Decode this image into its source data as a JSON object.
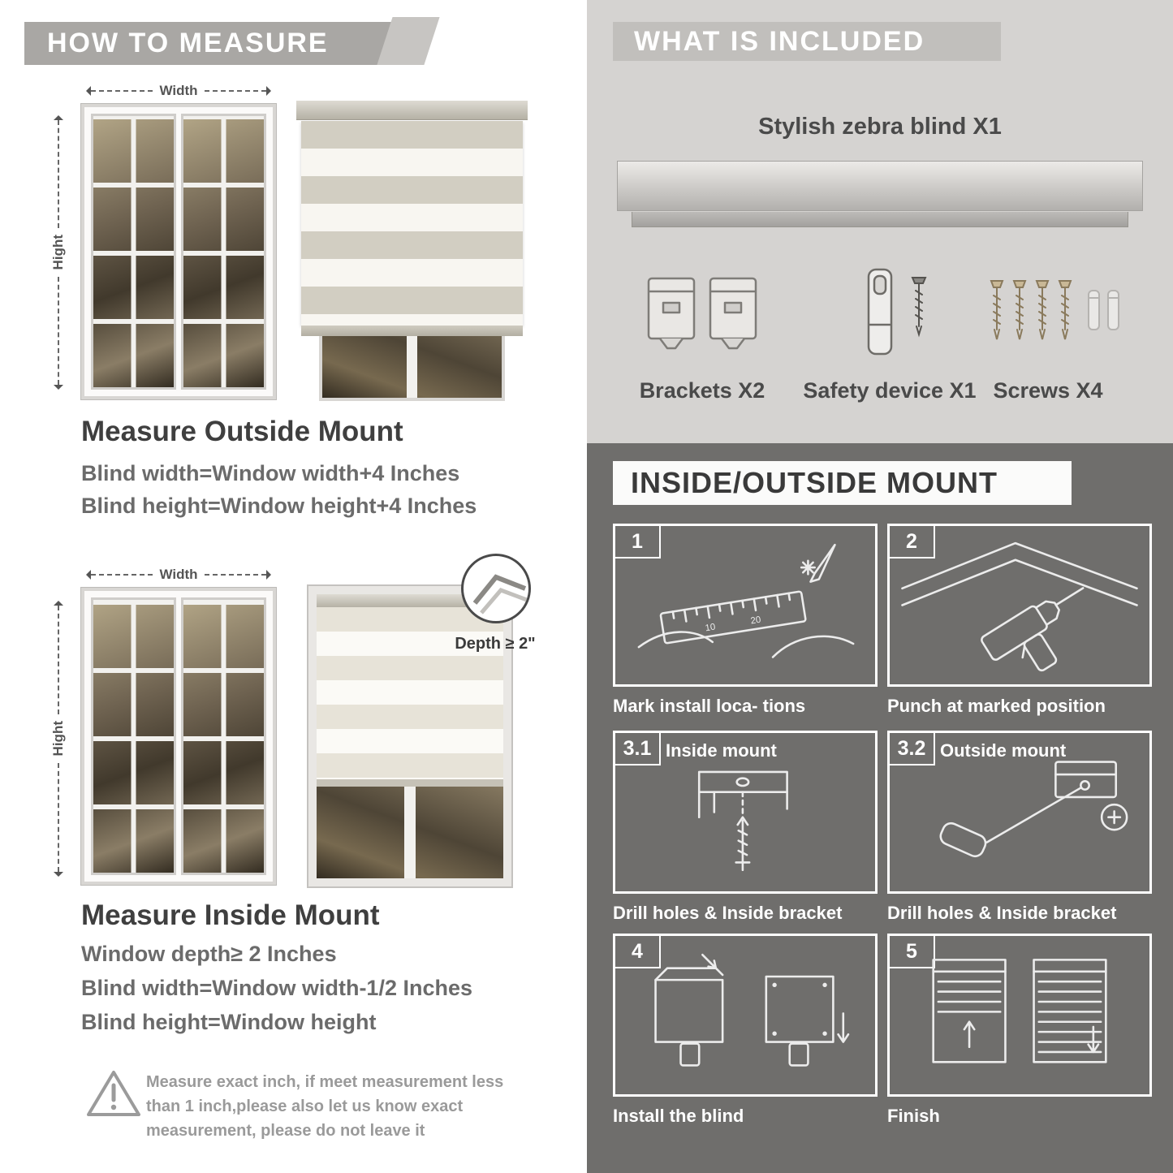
{
  "palette": {
    "panel_light": "#d5d3d1",
    "panel_dark": "#6f6e6c",
    "header_bar": "#a9a7a4",
    "heading_text": "#3f3f3f",
    "spec_text": "#6b6b6b"
  },
  "left": {
    "header": "HOW TO MEASURE",
    "labels": {
      "width": "Width",
      "height": "Hight",
      "depth": "Depth ≥ 2\""
    },
    "outside": {
      "title": "Measure Outside Mount",
      "lines": [
        "Blind width=Window width+4 Inches",
        "Blind height=Window height+4 Inches"
      ]
    },
    "inside": {
      "title": "Measure Inside Mount",
      "lines": [
        "Window depth≥ 2 Inches",
        "Blind width=Window width-1/2 Inches",
        "Blind height=Window height"
      ]
    },
    "warning": "Measure exact inch, if meet measurement less than 1 inch,please also let us know exact measurement, please do not leave it"
  },
  "included": {
    "header": "WHAT IS INCLUDED",
    "product": "Stylish zebra blind X1",
    "items": [
      {
        "label": "Brackets X2"
      },
      {
        "label": "Safety device X1"
      },
      {
        "label": "Screws X4"
      }
    ]
  },
  "mount": {
    "header": "INSIDE/OUTSIDE MOUNT",
    "steps": [
      {
        "num": "1",
        "title": "",
        "caption": "Mark install loca- tions"
      },
      {
        "num": "2",
        "title": "",
        "caption": "Punch at  marked position"
      },
      {
        "num": "3.1",
        "title": "Inside mount",
        "caption": "Drill holes &  Inside bracket"
      },
      {
        "num": "3.2",
        "title": "Outside mount",
        "caption": "Drill holes &  Inside bracket"
      },
      {
        "num": "4",
        "title": "",
        "caption": "Install the blind"
      },
      {
        "num": "5",
        "title": "",
        "caption": "Finish"
      }
    ]
  }
}
